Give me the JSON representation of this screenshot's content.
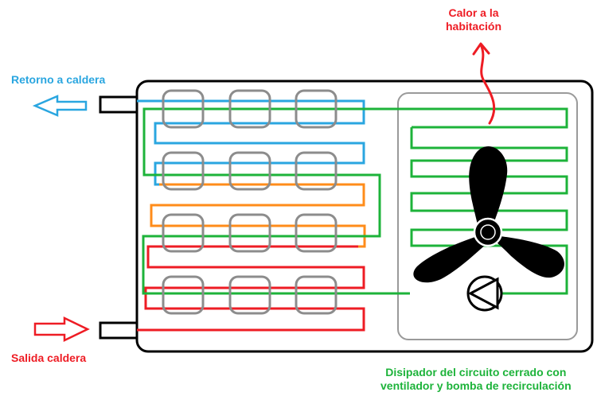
{
  "labels": {
    "return_to_boiler": "Retorno a caldera",
    "boiler_output": "Salida caldera",
    "heat_to_room": [
      "Calor a la",
      "habitación"
    ],
    "dissipator": [
      "Disipador del circuito cerrado con",
      "ventilador y bomba de recirculación"
    ]
  },
  "colors": {
    "return_circuit": "#2aa6e0",
    "warm_circuit": "#ff8c1a",
    "hot_circuit": "#ee1c24",
    "closed_circuit": "#1db33a",
    "plates": "#8c8c8c",
    "fan": "#000000"
  },
  "icons": [
    "return-arrow-icon",
    "output-arrow-icon",
    "heat-wave-arrow-icon",
    "fan-icon",
    "pump-icon"
  ]
}
